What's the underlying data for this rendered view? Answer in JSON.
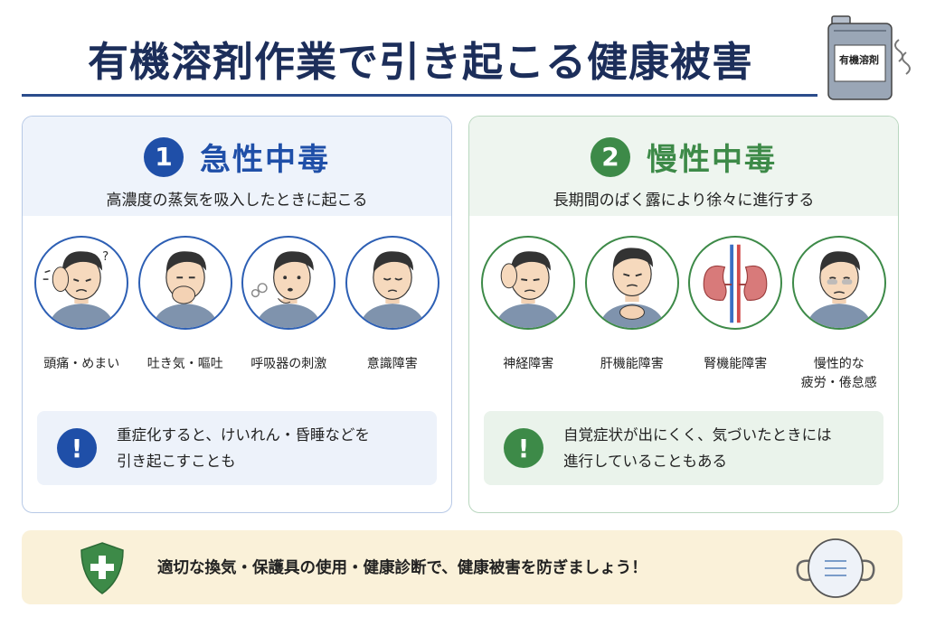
{
  "title": "有機溶剤作業で引き起こる健康被害",
  "can_label": "有機溶剤",
  "acute": {
    "number": "1",
    "name": "急性中毒",
    "subtitle": "高濃度の蒸気を吸入したときに起こる",
    "symptoms": [
      {
        "label": "頭痛・めまい",
        "icon": "headache-icon"
      },
      {
        "label": "吐き気・嘔吐",
        "icon": "nausea-icon"
      },
      {
        "label": "呼吸器の刺激",
        "icon": "cough-icon"
      },
      {
        "label": "意識障害",
        "icon": "dizzy-face-icon"
      }
    ],
    "note_line1": "重症化すると、けいれん・昏睡などを",
    "note_line2": "引き起こすことも"
  },
  "chronic": {
    "number": "2",
    "name": "慢性中毒",
    "subtitle": "長期間のばく露により徐々に進行する",
    "symptoms": [
      {
        "label": "神経障害",
        "icon": "nerve-icon"
      },
      {
        "label": "肝機能障害",
        "icon": "liver-icon"
      },
      {
        "label": "腎機能障害",
        "icon": "kidney-icon"
      },
      {
        "label_line1": "慢性的な",
        "label_line2": "疲労・倦怠感",
        "icon": "fatigue-icon"
      }
    ],
    "note_line1": "自覚症状が出にくく、気づいたときには",
    "note_line2": "進行していることもある"
  },
  "footer": {
    "text": "適切な換気・保護具の使用・健康診断で、健康被害を防ぎましょう！"
  },
  "colors": {
    "navy": "#1c2e5a",
    "acute_blue": "#1f4fa8",
    "chronic_green": "#3d8a48",
    "footer_bg": "#faf1d9"
  }
}
